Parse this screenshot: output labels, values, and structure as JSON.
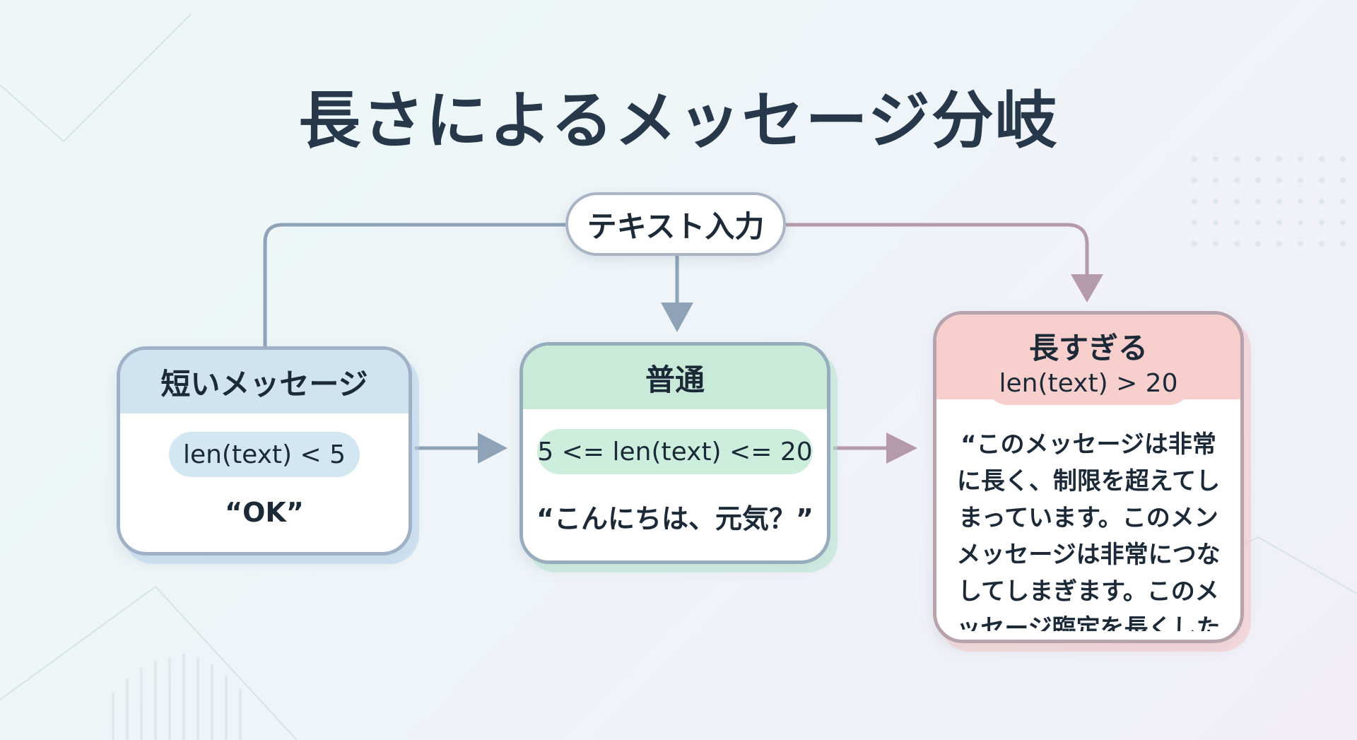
{
  "title": "長さによるメッセージ分岐",
  "input_node": {
    "label": "テキスト入力"
  },
  "branches": [
    {
      "label": "短いメッセージ",
      "condition": "len(text) < 5",
      "example": "“OK”",
      "color": "#cfe3f0"
    },
    {
      "label": "普通",
      "condition": "5 <= len(text) <= 20",
      "example": "“こんにちは、元気？”",
      "color": "#c9ead9"
    },
    {
      "label": "長すぎる",
      "condition": "len(text) > 20",
      "example": "“このメッセージは非常に長く、制限を超えてしまっています。このメンメッセージは非常につなしてしまぎます。このメッセージ臨定を長くしたす",
      "color": "#f6cfcc"
    }
  ],
  "colors": {
    "title": "#27384b",
    "arrow_blue": "#8ea3b8",
    "arrow_mauve": "#b597a9"
  }
}
